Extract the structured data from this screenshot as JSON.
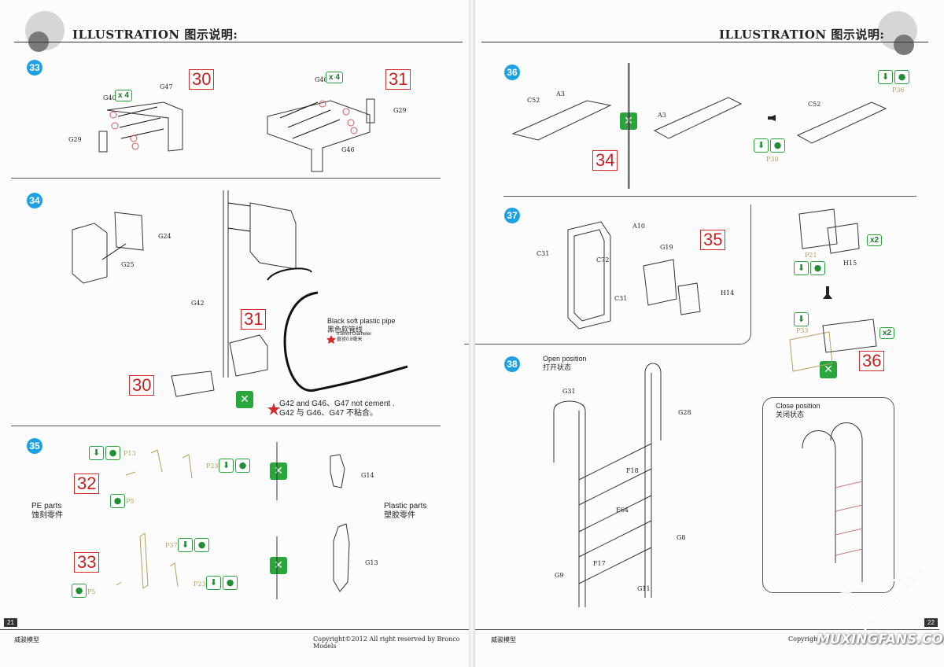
{
  "header": {
    "title_en": "ILLUSTRATION",
    "title_cn": "图示说明:"
  },
  "left_page": {
    "page_number": "21",
    "brand": "威骏模型",
    "copyright": "Copyright©2012  All right reserved by Bronco Models",
    "step33": {
      "num": "33",
      "refs": [
        "30",
        "31"
      ],
      "labels": [
        "G40",
        "G47",
        "G29",
        "G40",
        "G29",
        "G46"
      ],
      "count": "x 4"
    },
    "step34": {
      "num": "34",
      "refs": [
        "31",
        "30"
      ],
      "labels": [
        "G24",
        "G25",
        "G42"
      ],
      "pipe_en": "Black soft plastic pipe",
      "pipe_cn": "黑色软管线",
      "diam_en": "0.8mm Diameter",
      "diam_cn": "直径0.8毫米",
      "cement_en": "G42 and G46、G47 not cement .",
      "cement_cn": "G42 与 G46、G47 不粘合。"
    },
    "step35": {
      "num": "35",
      "refs": [
        "32",
        "33"
      ],
      "pe_en": "PE parts",
      "pe_cn": "蚀刻零件",
      "plastic_en": "Plastic parts",
      "plastic_cn": "塑胶零件",
      "labels": [
        "G14",
        "G13"
      ],
      "pe_labels": [
        "P13",
        "P23",
        "P5",
        "P37",
        "P5",
        "P23"
      ]
    }
  },
  "right_page": {
    "page_number": "22",
    "brand": "威骏模型",
    "copyright_short": "Copyright",
    "watermark": "MUXINGFANS.COM",
    "step36": {
      "num": "36",
      "refs": [
        "34"
      ],
      "labels": [
        "C52",
        "A3",
        "A3",
        "C52"
      ],
      "pe_labels": [
        "P36",
        "P30"
      ]
    },
    "step37": {
      "num": "37",
      "refs": [
        "35",
        "36"
      ],
      "labels": [
        "A10",
        "C31",
        "C72",
        "G19",
        "C31",
        "H14",
        "H15"
      ],
      "pe_labels": [
        "P21",
        "P33"
      ],
      "counts": [
        "x2",
        "x2"
      ]
    },
    "step38": {
      "num": "38",
      "open_en": "Open position",
      "open_cn": "打开状态",
      "close_en": "Close position",
      "close_cn": "关闭状态",
      "labels": [
        "G31",
        "G28",
        "F18",
        "E64",
        "G8",
        "F17",
        "G9",
        "G11"
      ]
    }
  },
  "colors": {
    "step_blue": "#1da1e3",
    "ref_red": "#c72020",
    "glue_green": "#2aa63d",
    "pe_gold": "#b79e5a"
  },
  "icons": [
    "glue-bottle-icon",
    "drop-icon",
    "no-cement-icon",
    "arrow-right-icon",
    "arrow-down-icon",
    "star-icon"
  ]
}
